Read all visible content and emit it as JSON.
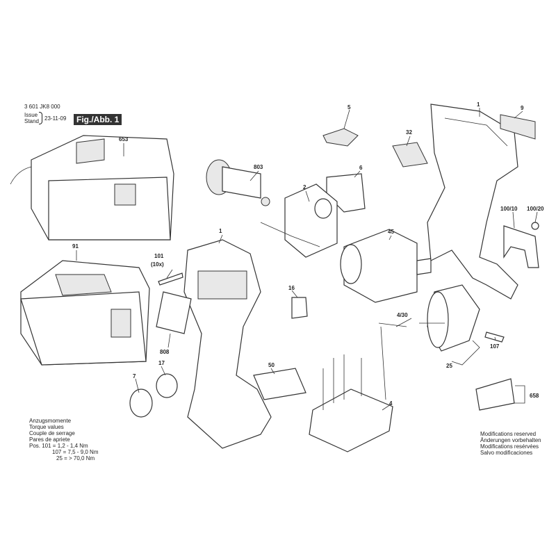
{
  "header": {
    "part_number": "3 601 JK8 000",
    "issue_label": "Issue",
    "stand_label": "Stand",
    "date": "23-11-09",
    "figure_label": "Fig./Abb. 1"
  },
  "torque_notes": {
    "lines": [
      "Anzugsmomente",
      "Torque values",
      "Couple de serrage",
      "Pares de apriete"
    ],
    "values": [
      "Pos.  101 = 1,2 - 1,4 Nm",
      "107 = 7,5 - 9,0 Nm",
      "25 = > 70,0 Nm"
    ]
  },
  "modifications": [
    "Modifications reserved",
    "Änderungen vorbehalten",
    "Modifications resérvées",
    "Salvo modificaciones"
  ],
  "parts": {
    "charger": "653",
    "battery": "91",
    "armature": "803",
    "part_5": "5",
    "part_32": "32",
    "switch": "6",
    "motor_housing": "2",
    "housing_right": "1",
    "label_9": "9",
    "part_100_10": "100/10",
    "part_100_20": "100/20",
    "gearbox": "45",
    "housing_left": "1",
    "screw_101": "101",
    "screw_101_qty": "(10x)",
    "nameplate": "808",
    "part_16": "16",
    "cable_4_30": "4/30",
    "screw_107": "107",
    "chuck": "25",
    "part_7": "7",
    "part_17": "17",
    "part_50": "50",
    "electronics": "4",
    "part_658": "658"
  }
}
